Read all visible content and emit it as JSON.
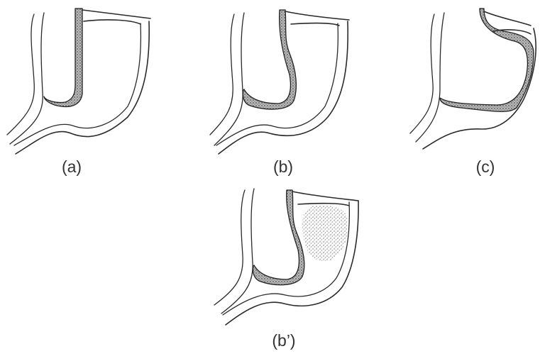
{
  "panels": [
    {
      "id": "a",
      "label": "(a)"
    },
    {
      "id": "b",
      "label": "(b)"
    },
    {
      "id": "c",
      "label": "(c)"
    },
    {
      "id": "b_prime",
      "label": "(b’)"
    }
  ],
  "colors": {
    "line": "#2a2a2a",
    "stipple": "#6a6a6a",
    "background": "#ffffff"
  }
}
